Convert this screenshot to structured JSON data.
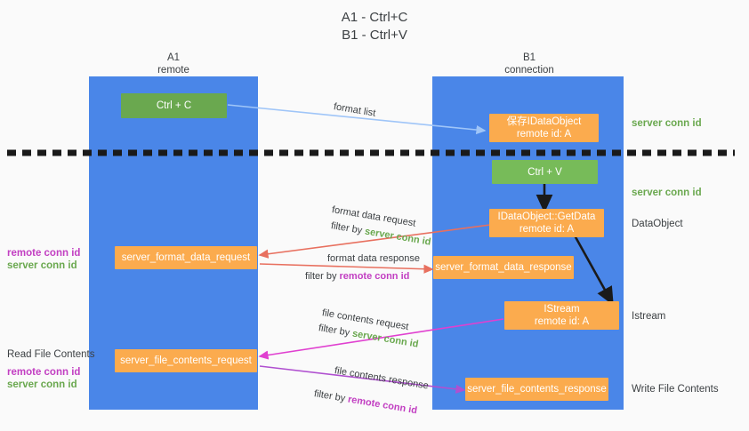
{
  "title": "A1 - Ctrl+C\nB1 - Ctrl+V",
  "columns": [
    {
      "name": "A1",
      "sub": "remote"
    },
    {
      "name": "B1",
      "sub": "connection"
    }
  ],
  "nodes": {
    "ctrl_c": {
      "line1": "Ctrl + C"
    },
    "save_dataobject": {
      "line1": "保存IDataObject",
      "line2": "remote id: A"
    },
    "ctrl_v": {
      "line1": "Ctrl + V"
    },
    "getdata": {
      "line1": "IDataObject::GetData",
      "line2": "remote id: A"
    },
    "format_data_request": {
      "line1": "server_format_data_request"
    },
    "format_data_response": {
      "line1": "server_format_data_response"
    },
    "istream": {
      "line1": "IStream",
      "line2": "remote id: A"
    },
    "file_contents_request": {
      "line1": "server_file_contents_request"
    },
    "file_contents_response": {
      "line1": "server_file_contents_response"
    }
  },
  "edges": {
    "format_list": "format list",
    "format_data_request": "format data request",
    "format_data_request_filter_prefix": "filter by ",
    "format_data_request_filter_value": "server conn id",
    "format_data_response": "format data response",
    "format_data_response_filter_prefix": "filter by ",
    "format_data_response_filter_value": "remote conn id",
    "file_contents_request": "file contents request",
    "file_contents_request_filter_prefix": "filter by ",
    "file_contents_request_filter_value": "server conn id",
    "file_contents_response": "file contents response",
    "file_contents_response_filter_prefix": "filter by ",
    "file_contents_response_filter_value": "remote conn id"
  },
  "annotations": {
    "right_server_conn_id_top": "server conn id",
    "right_server_conn_id_mid": "server conn id",
    "right_dataobject": "DataObject",
    "right_istream": "Istream",
    "right_write_file_contents": "Write File Contents",
    "left_remote_conn_id_1": "remote conn id",
    "left_server_conn_id_1": "server conn id",
    "left_read_file_contents": "Read File Contents",
    "left_remote_conn_id_2": "remote conn id",
    "left_server_conn_id_2": "server conn id"
  },
  "colors": {
    "lane": "#4a86e8",
    "node_green": "#6aa84f",
    "node_green_light": "#77bb59",
    "node_orange": "#fbab4e",
    "arrow_blue": "#9fc5f8",
    "arrow_red": "#e8705f",
    "arrow_magenta": "#e040d0",
    "arrow_purple": "#b050d0",
    "arrow_black": "#1a1a1a",
    "text_green": "#6aa84f",
    "text_purple": "#c23fc2",
    "background": "#fafafa"
  }
}
